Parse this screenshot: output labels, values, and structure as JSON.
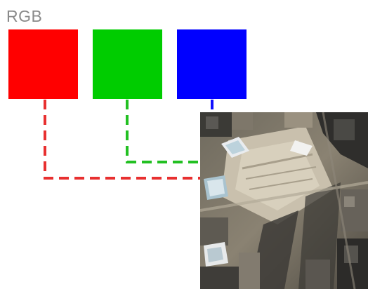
{
  "title": "RGB",
  "channels": [
    {
      "name": "red",
      "color": "#ff0000"
    },
    {
      "name": "green",
      "color": "#00cc00"
    },
    {
      "name": "blue",
      "color": "#0000ff"
    }
  ],
  "image": {
    "subject": "aerial-photo"
  }
}
